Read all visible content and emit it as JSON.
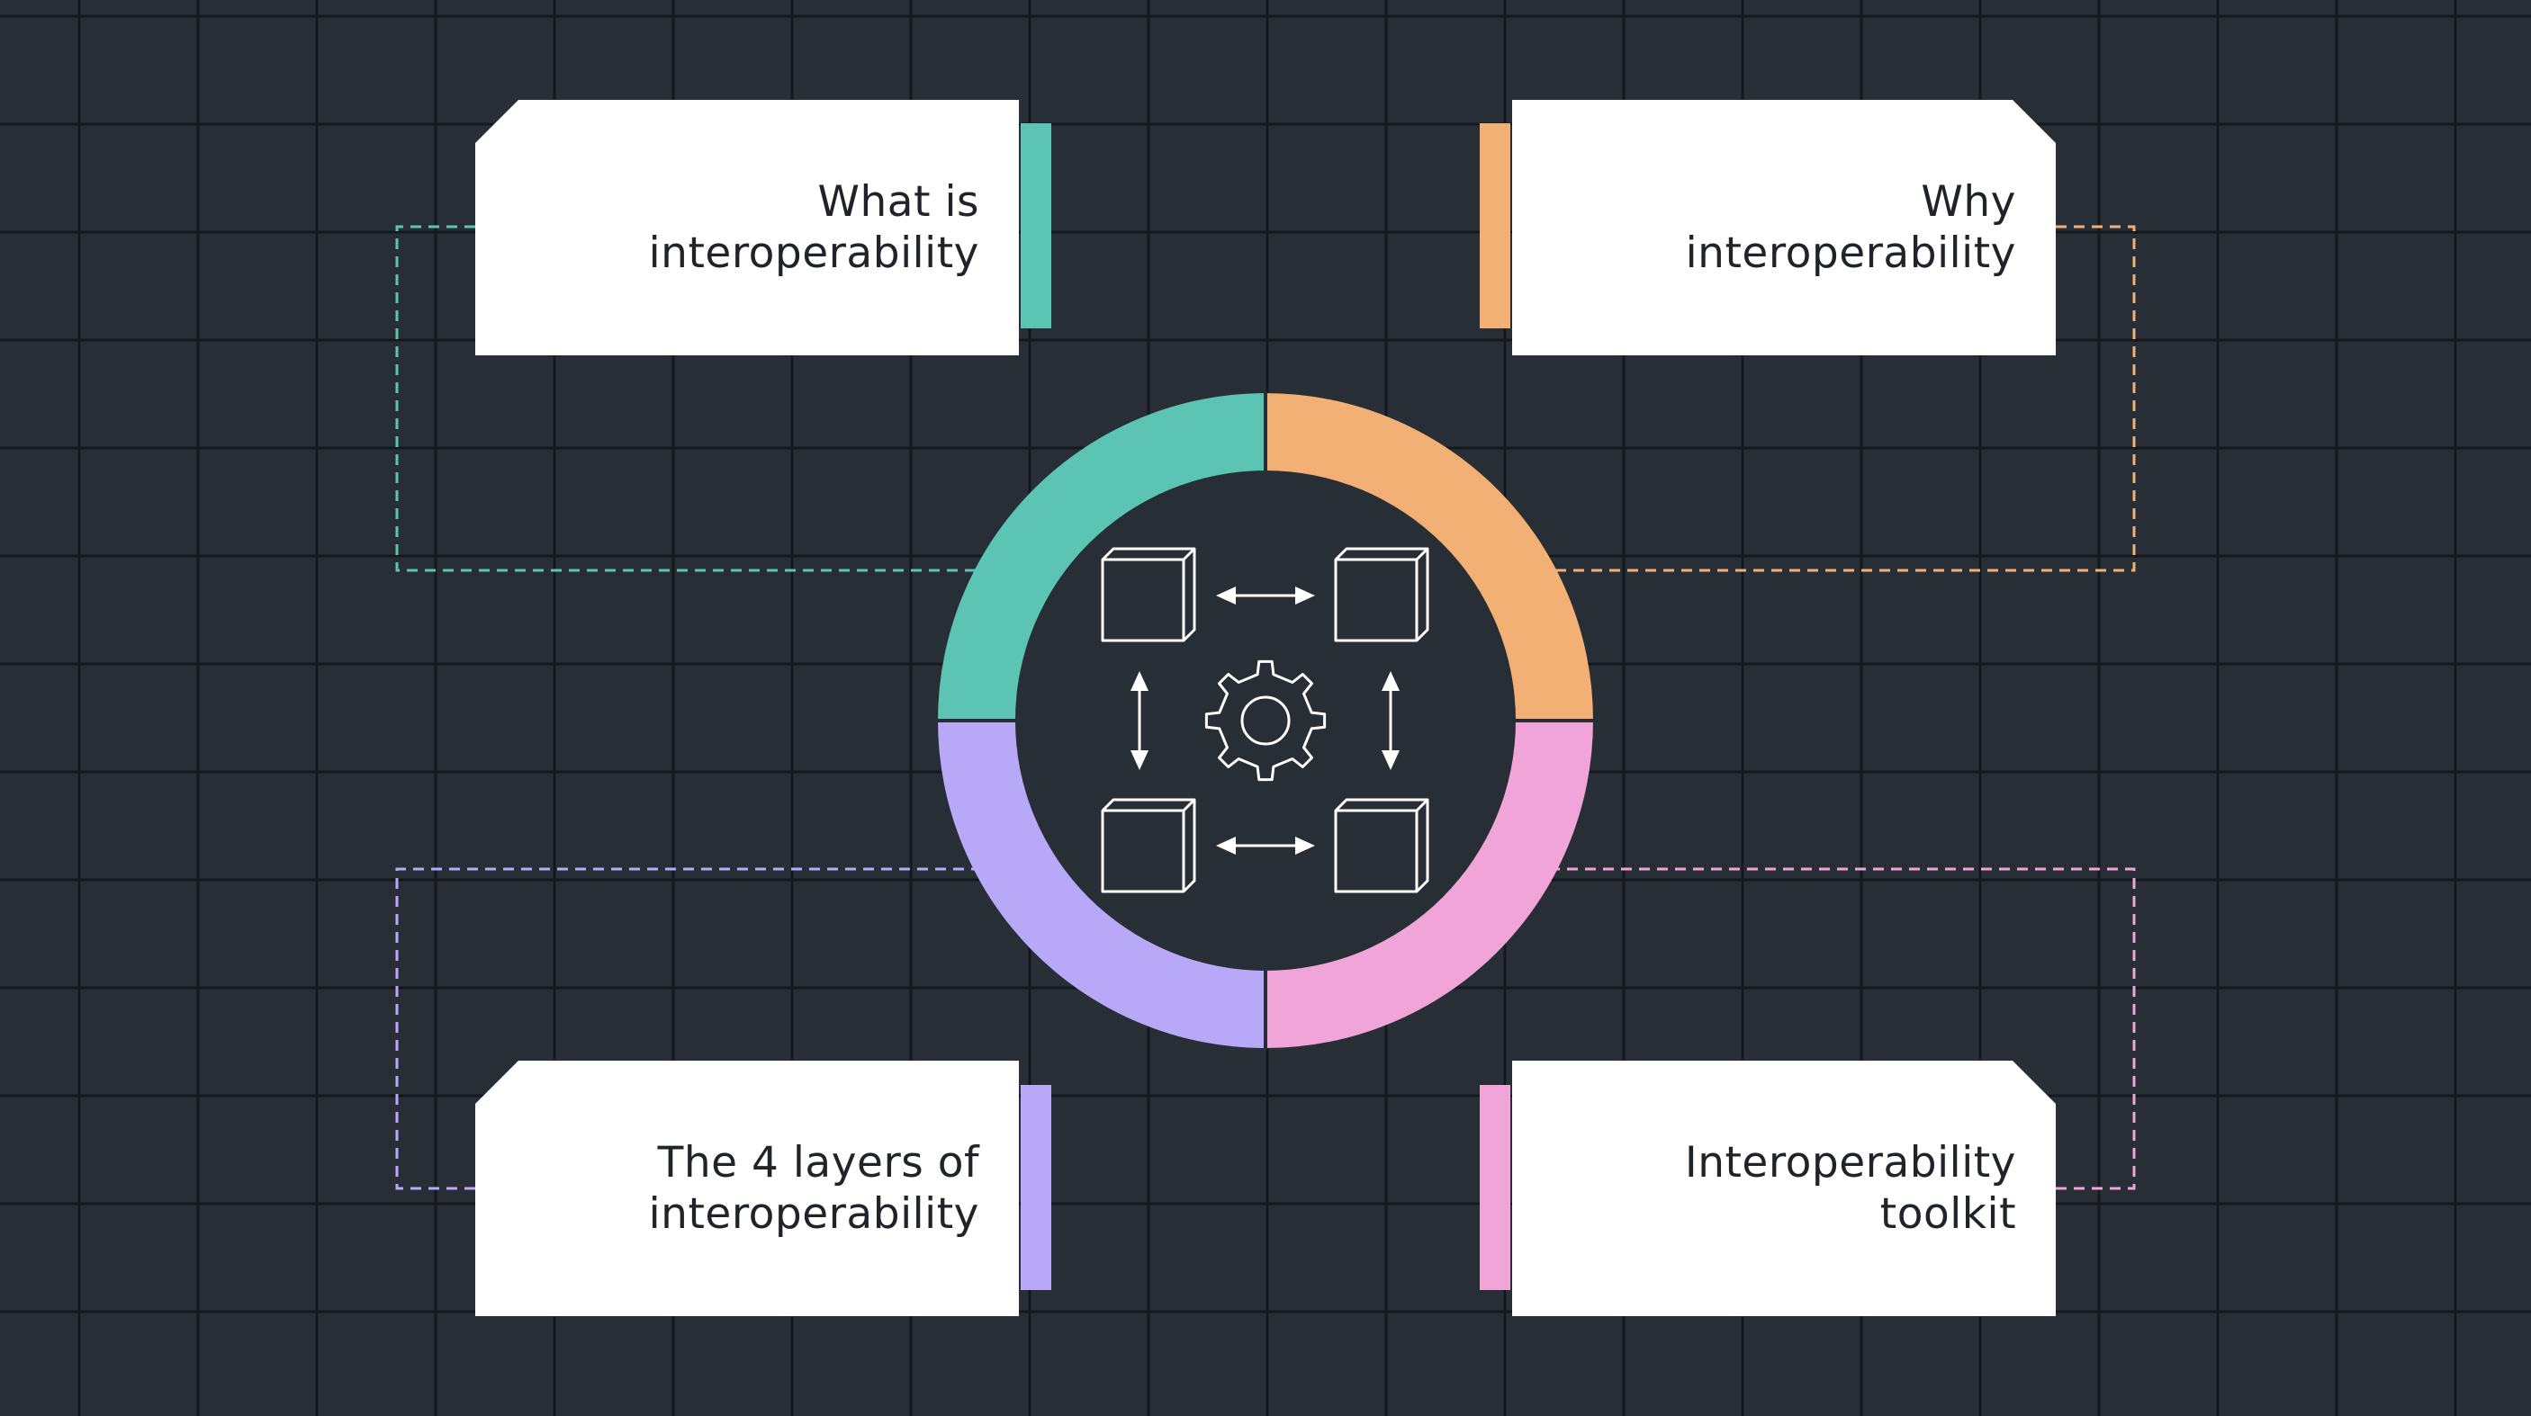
{
  "cards": {
    "top_left": {
      "label": "What is\ninteroperability",
      "accent": "#5bc4b3"
    },
    "top_right": {
      "label": "Why\ninteroperability",
      "accent": "#f2b074"
    },
    "bottom_left": {
      "label": "The 4 layers of\ninteroperability",
      "accent": "#b7a9f7"
    },
    "bottom_right": {
      "label": "Interoperability\ntoolkit",
      "accent": "#f0a4d8"
    }
  },
  "ring": {
    "segments": [
      "#5bc4b3",
      "#f2b074",
      "#f0a4d8",
      "#b7a9f7"
    ]
  },
  "center_icons": [
    "cube-icon",
    "cube-icon",
    "cube-icon",
    "cube-icon",
    "gear-icon",
    "double-arrow-icon"
  ],
  "colors": {
    "background": "#282e36",
    "grid": "#15191e",
    "card": "#ffffff",
    "text": "#20242a"
  }
}
